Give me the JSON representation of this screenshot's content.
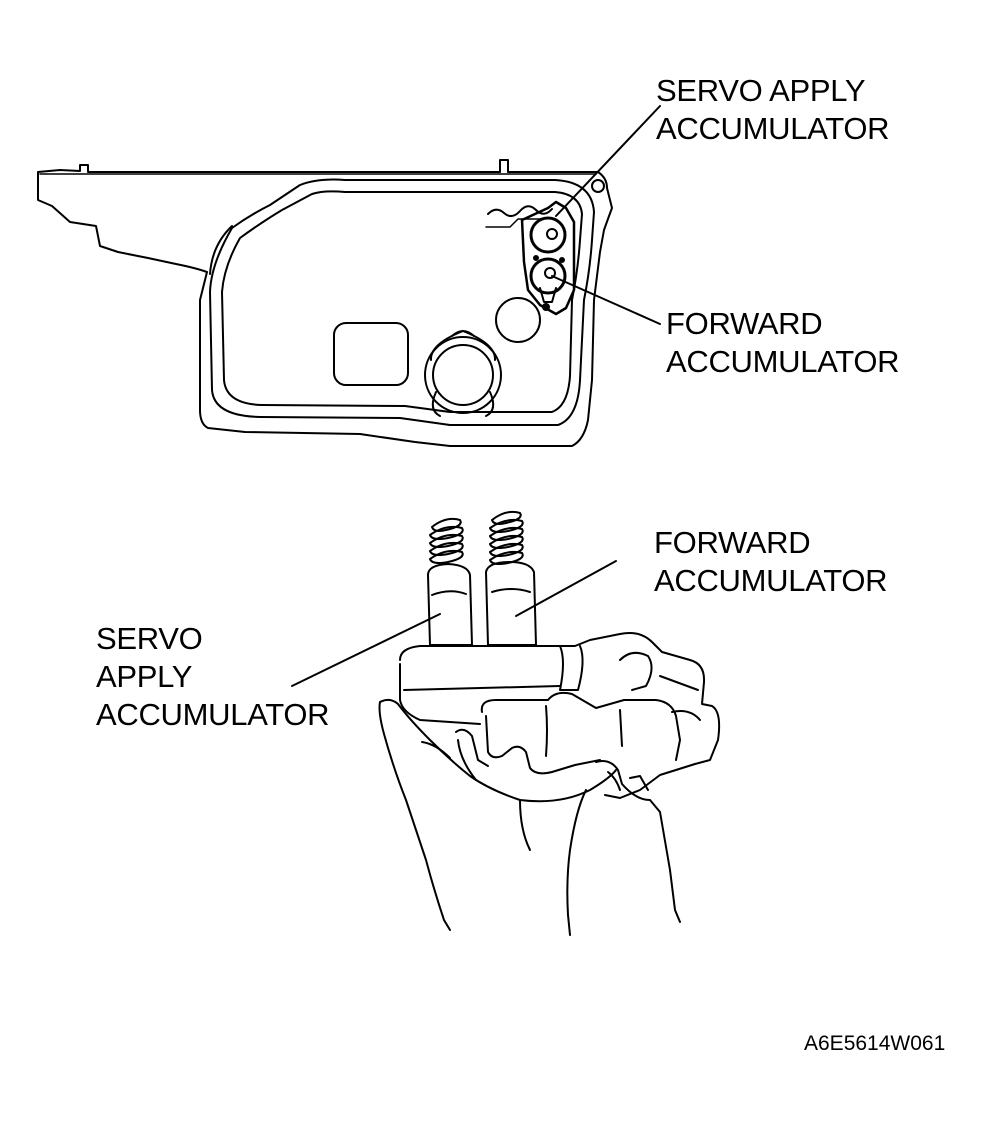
{
  "labels": {
    "top_servo_line1": "SERVO APPLY",
    "top_servo_line2": "ACCUMULATOR",
    "top_forward_line1": "FORWARD",
    "top_forward_line2": "ACCUMULATOR",
    "bottom_forward_line1": "FORWARD",
    "bottom_forward_line2": "ACCUMULATOR",
    "bottom_servo_line1": "SERVO",
    "bottom_servo_line2": "APPLY",
    "bottom_servo_line3": "ACCUMULATOR"
  },
  "figure_code": "A6E5614W061"
}
